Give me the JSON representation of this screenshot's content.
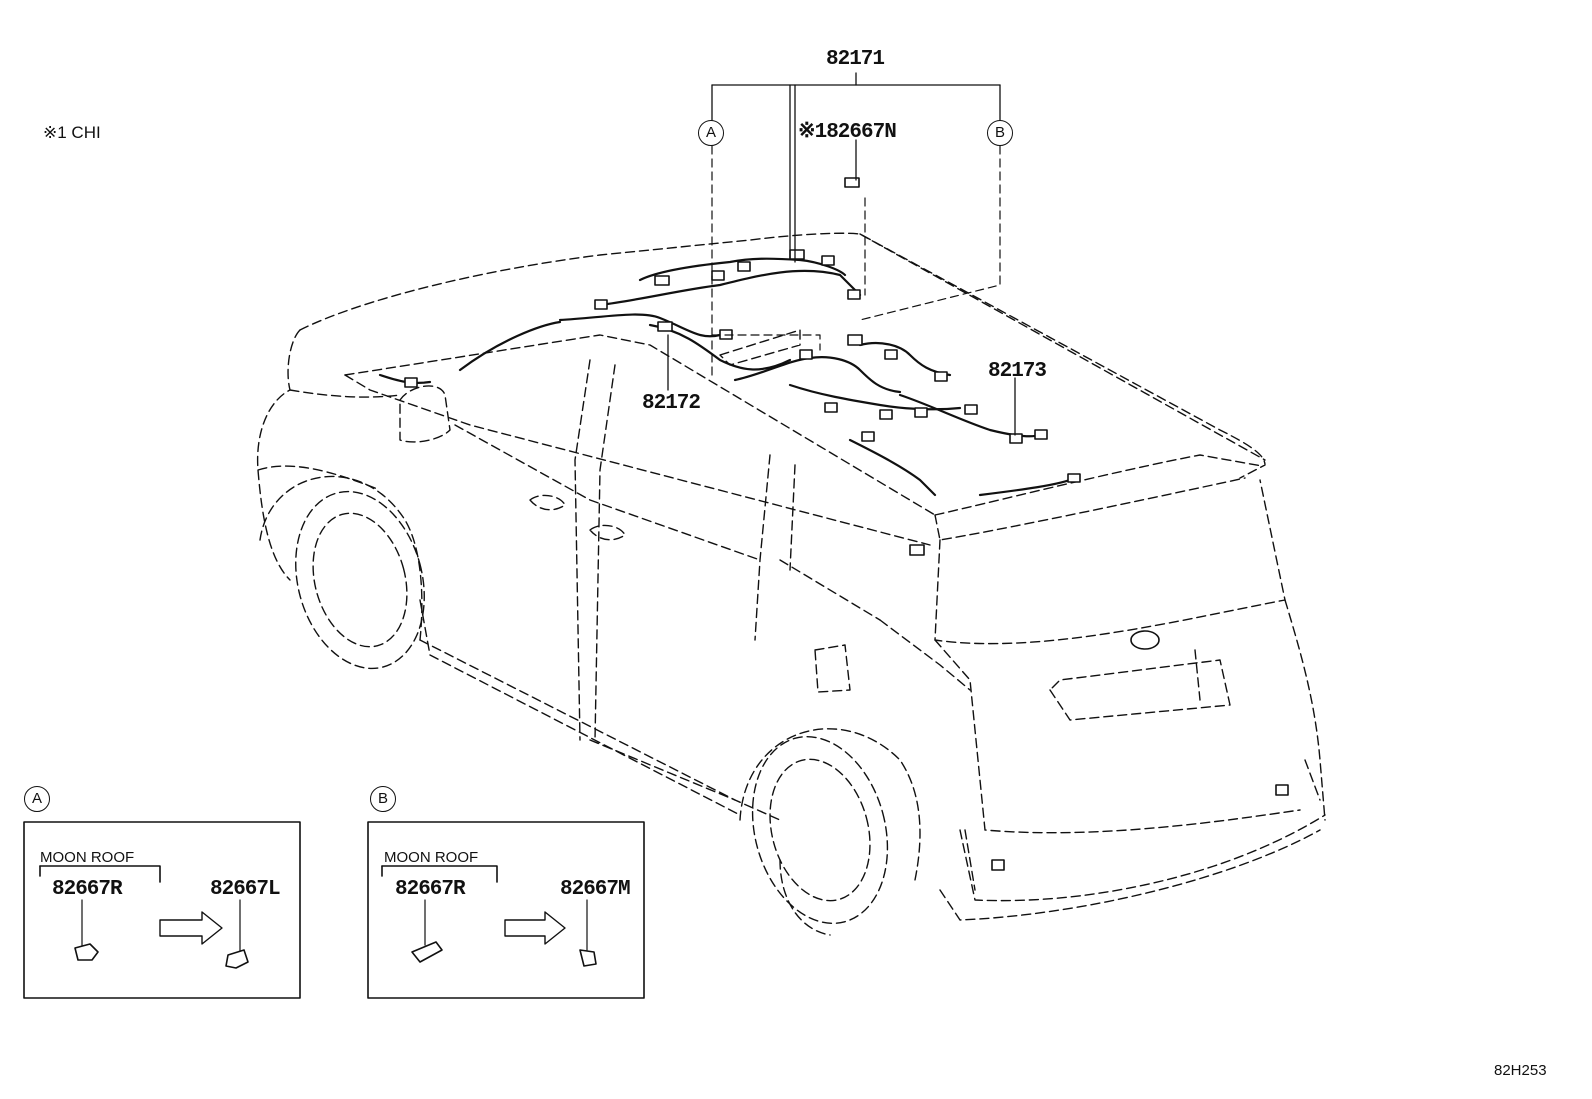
{
  "note": "※1 CHI",
  "callouts": {
    "p82171": "82171",
    "p82667n": "※182667N",
    "p82172": "82172",
    "p82173": "82173"
  },
  "markers": {
    "a": "A",
    "b": "B"
  },
  "detail_a": {
    "marker": "A",
    "title": "MOON ROOF",
    "from_part": "82667R",
    "to_part": "82667L"
  },
  "detail_b": {
    "marker": "B",
    "title": "MOON ROOF",
    "from_part": "82667R",
    "to_part": "82667M"
  },
  "diagram_code": "82H253"
}
